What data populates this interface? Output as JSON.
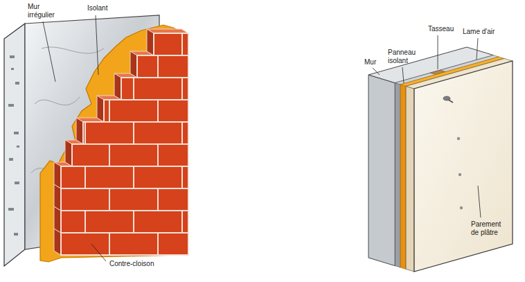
{
  "diagram": {
    "labels": [
      "Mur irrégulier",
      "Isolant",
      "Contre-cloison",
      "Mur",
      "Panneau isolant",
      "Tasseau",
      "Lame d'air",
      "Parement de plâtre"
    ]
  }
}
